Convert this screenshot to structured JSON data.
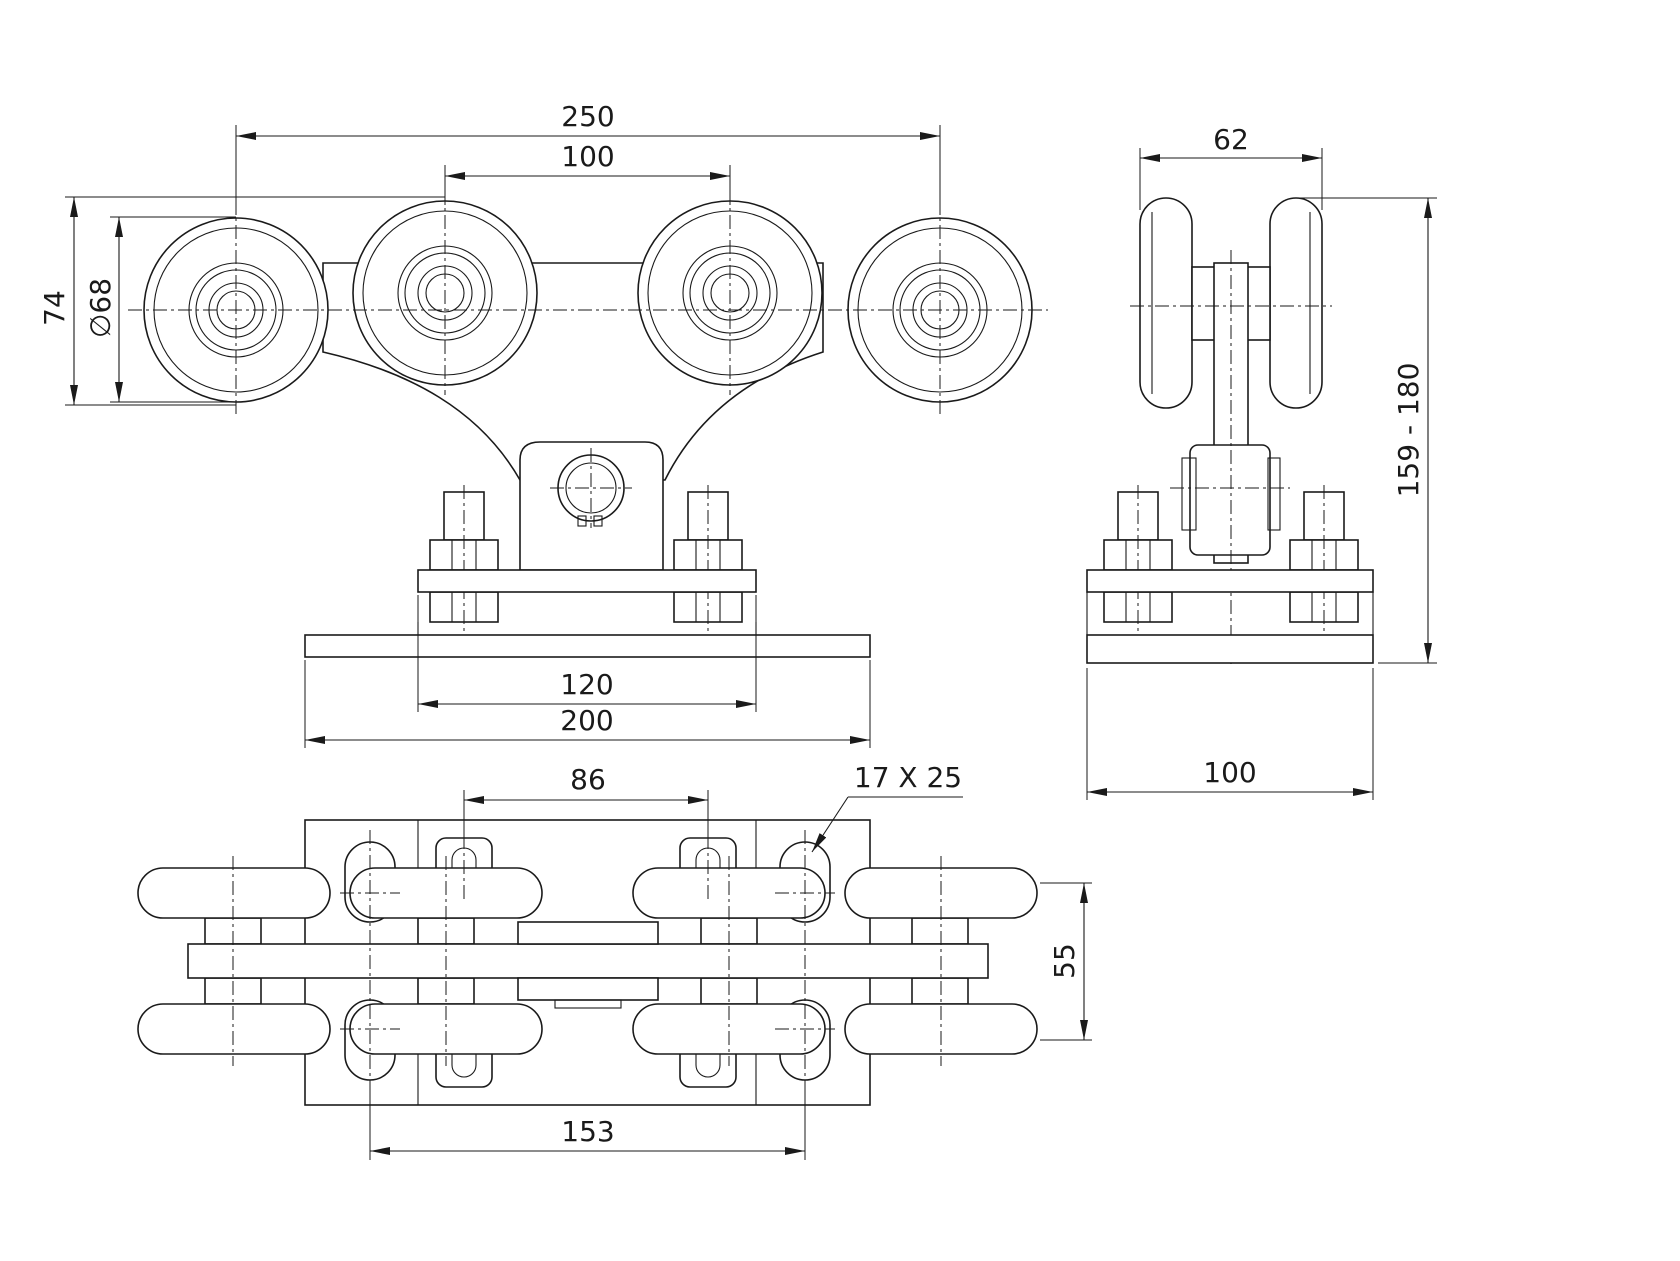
{
  "dimensions": {
    "front_wheel_span": "250",
    "front_inner_span": "100",
    "front_height": "74",
    "wheel_diameter_symbol": "∅",
    "wheel_diameter": "68",
    "bolt_span_front": "120",
    "plate_length": "200",
    "side_wheel_width": "62",
    "side_height": "159 - 180",
    "side_plate_width": "100",
    "top_bolt_span": "86",
    "slot_size": "17 X 25",
    "top_width": "55",
    "top_slot_span": "153"
  }
}
